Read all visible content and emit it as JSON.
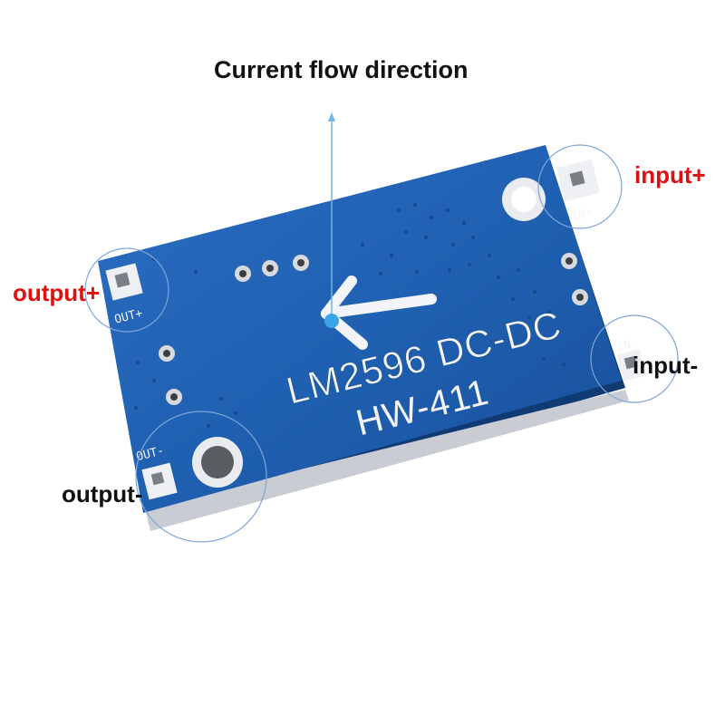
{
  "title": "Current flow direction",
  "labels": {
    "input_plus": "input+",
    "output_plus": "output+",
    "input_minus": "input-",
    "output_minus": "output-"
  },
  "board": {
    "model": "LM2596 DC-DC",
    "code": "HW-411",
    "pad_in_plus": "IN+",
    "pad_in_minus": "IN-",
    "pad_out_plus": "OUT+",
    "pad_out_minus": "OUT-"
  },
  "colors": {
    "pcb": "#1f5fb0",
    "pcb_dark": "#17498c",
    "silkscreen": "#f2f4f8",
    "callout_circle": "#7fa6d8",
    "arrow_line": "#6fb7e6",
    "label_positive": "#e01010",
    "label_negative": "#111111"
  }
}
